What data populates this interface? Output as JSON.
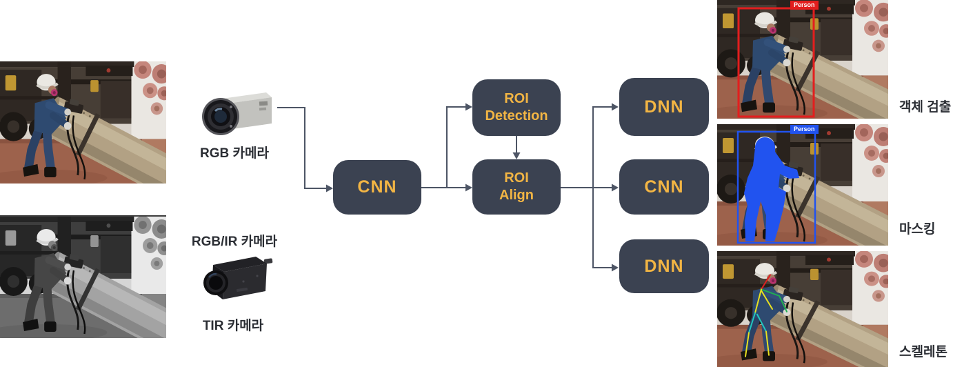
{
  "cameras": {
    "rgb_label": "RGB 카메라",
    "rgbir_label": "RGB/IR 카메라",
    "tir_label": "TIR 카메라"
  },
  "pipeline": {
    "cnn_main": "CNN",
    "roi_detection": {
      "line1": "ROI",
      "line2": "Detection"
    },
    "roi_align": {
      "line1": "ROI",
      "line2": "Align"
    },
    "dnn_top": "DNN",
    "cnn_branch": "CNN",
    "dnn_bottom": "DNN"
  },
  "outputs": {
    "detection": {
      "label": "객체 검출",
      "tag": "Person"
    },
    "masking": {
      "label": "마스킹",
      "tag": "Person"
    },
    "skeleton": {
      "label": "스켈레톤"
    }
  },
  "colors": {
    "node_bg": "#3b4251",
    "node_text": "#f2b544",
    "connector": "#4d5565",
    "detection_box": "#e31e1e",
    "masking_box": "#2153ef",
    "label_text": "#2b2e34"
  }
}
